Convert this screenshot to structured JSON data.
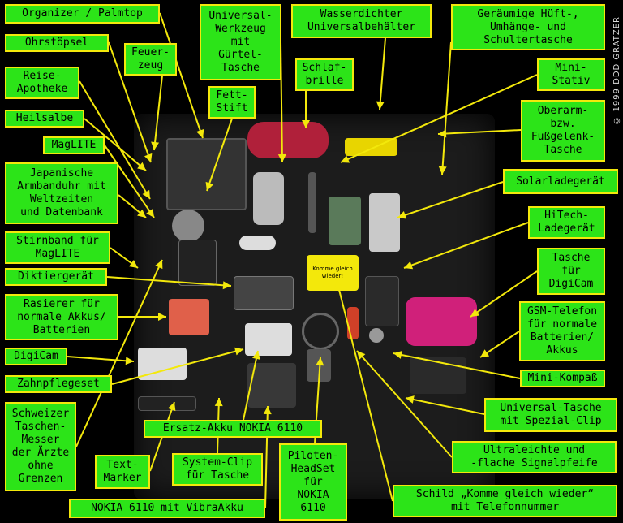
{
  "copyright": "© 1999 DDD GRATZER",
  "sign_text": "Komme gleich\nwieder!",
  "labels": [
    {
      "id": "organizer",
      "text": "Organizer / Palmtop"
    },
    {
      "id": "ohrstoepsel",
      "text": "Ohrstöpsel"
    },
    {
      "id": "reiseapotheke",
      "text": "Reise-\nApotheke"
    },
    {
      "id": "heilsalbe",
      "text": "Heilsalbe"
    },
    {
      "id": "maglite",
      "text": "MagLITE"
    },
    {
      "id": "armbanduhr",
      "text": "Japanische\nArmbanduhr mit\nWeltzeiten\nund Datenbank"
    },
    {
      "id": "stirnband",
      "text": "Stirnband für\nMagLITE"
    },
    {
      "id": "diktiergeraet",
      "text": "Diktiergerät"
    },
    {
      "id": "rasierer",
      "text": "Rasierer für\nnormale Akkus/\nBatterien"
    },
    {
      "id": "digicam",
      "text": "DigiCam"
    },
    {
      "id": "zahnpflege",
      "text": "Zahnpflegeset"
    },
    {
      "id": "schweizer",
      "text": "Schweizer\nTaschen-\nMesser\nder Ärzte\nohne\nGrenzen"
    },
    {
      "id": "textmarker",
      "text": "Text-\nMarker"
    },
    {
      "id": "nokiavibra",
      "text": "NOKIA 6110 mit VibraAkku"
    },
    {
      "id": "feuerzeug",
      "text": "Feuer-\nzeug"
    },
    {
      "id": "fettstift",
      "text": "Fett-\nStift"
    },
    {
      "id": "werkzeug",
      "text": "Universal-\nWerkzeug\nmit\nGürtel-\nTasche"
    },
    {
      "id": "schlafbrille",
      "text": "Schlaf-\nbrille"
    },
    {
      "id": "wasserdicht",
      "text": "Wasserdichter\nUniversalbehälter"
    },
    {
      "id": "ersatzakku",
      "text": "Ersatz-Akku NOKIA 6110"
    },
    {
      "id": "systemclip",
      "text": "System-Clip\nfür Tasche"
    },
    {
      "id": "headset",
      "text": "Piloten-\nHeadSet\nfür\nNOKIA\n6110"
    },
    {
      "id": "huefttasche",
      "text": "Geräumige Hüft-,\nUmhänge- und\nSchultertasche"
    },
    {
      "id": "ministativ",
      "text": "Mini-\nStativ"
    },
    {
      "id": "oberarm",
      "text": "Oberarm-\nbzw.\nFußgelenk-\nTasche"
    },
    {
      "id": "solar",
      "text": "Solarladegerät"
    },
    {
      "id": "hitech",
      "text": "HiTech-\nLadegerät"
    },
    {
      "id": "taschedigicam",
      "text": "Tasche\nfür\nDigiCam"
    },
    {
      "id": "gsm",
      "text": "GSM-Telefon\nfür normale\nBatterien/\nAkkus"
    },
    {
      "id": "kompass",
      "text": "Mini-Kompaß"
    },
    {
      "id": "universaltasche",
      "text": "Universal-Tasche\nmit Spezial-Clip"
    },
    {
      "id": "signalpfeife",
      "text": "Ultraleichte und\n-flache Signalpfeife"
    },
    {
      "id": "schild",
      "text": "Schild „Komme gleich wieder“\nmit Telefonnummer"
    }
  ]
}
